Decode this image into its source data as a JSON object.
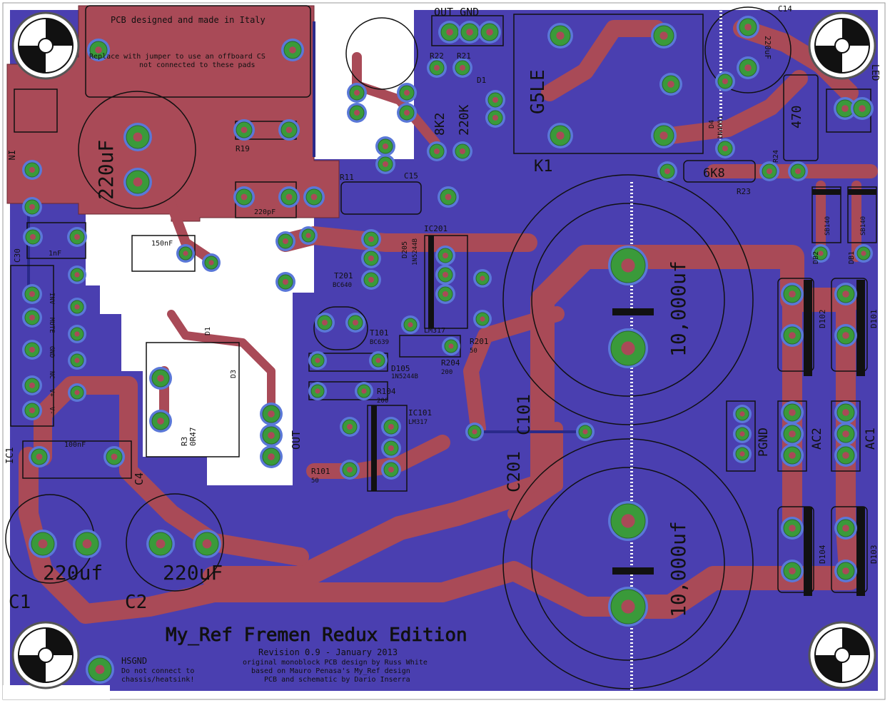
{
  "colors": {
    "bottom_pour": "#4a3fb0",
    "top_copper": "#a94a57",
    "pad_green": "#3a9a3a",
    "pad_blue": "#5a78d8",
    "silk": "#111111",
    "white": "#ffffff"
  },
  "texts": {
    "made_in_italy": "PCB designed and made in Italy",
    "jumper_note_1": "Replace with jumper to use an offboard CS",
    "jumper_note_2": "not connected to these pads",
    "in_label": "IN",
    "out_gnd": "OUT GND",
    "g5le": "G5LE",
    "k1": "K1",
    "c14": "C14",
    "c14_val": "220uF",
    "led": "LED",
    "r22": "R22",
    "r21": "R21",
    "d1": "D1",
    "r_8k2": "8K2",
    "r_220k": "220K",
    "d4": "D4",
    "d4_val": "1N4001",
    "r_470": "470",
    "r24": "R24",
    "r_6k8": "6K8",
    "r23": "R23",
    "c15": "C15",
    "r11": "R11",
    "c220_left": "220uF",
    "r19": "R19",
    "c_220pf": "220pF",
    "c30": "C30",
    "c30_val": "1nF",
    "c_150nf": "150nF",
    "ic201": "IC201",
    "ic201_val": "LM317",
    "d205": "D205",
    "d205_val": "1N5244B",
    "t201": "T201",
    "t201_val": "BC640",
    "t101": "T101",
    "t101_val": "BC639",
    "r201": "R201",
    "r201_val": "50",
    "r204": "R204",
    "r204_val": "200",
    "d105": "D105",
    "d105_val": "1N5244B",
    "r104": "R104",
    "r104_val": "200",
    "ic101": "IC101",
    "ic101_val": "LM317",
    "r101": "R101",
    "r101_val": "50",
    "c101": "C101",
    "c201": "C201",
    "cap_big_top": "10,000uf",
    "cap_big_bottom": "10,000uf",
    "pgnd": "PGND",
    "ac2": "AC2",
    "ac1": "AC1",
    "db2": "DB2",
    "db1": "DB1",
    "d102": "D102",
    "d101": "D101",
    "d104": "D104",
    "d103": "D103",
    "sb_a": "SB140",
    "sb_b": "SB140",
    "out_label": "OUT",
    "r3": "R3",
    "r3_val": "0R47",
    "d1b": "D1",
    "d3": "D3",
    "c4": "C4",
    "c_100nf": "100nF",
    "c1_val": "220uf",
    "c2_val": "220uF",
    "c1": "C1",
    "c2": "C2",
    "ic1": "IC1",
    "title": "My_Ref Fremen Redux Edition",
    "revision": "Revision 0.9 - January 2013",
    "credit1": "original monoblock PCB design by Russ White",
    "credit2": "based on Mauro Penasa's My_Ref design",
    "credit3": "PCB and schematic by Dario Inserra",
    "hsgnd": "HSGND",
    "hsgnd_note1": "Do not connect to",
    "hsgnd_note2": "chassis/heatsink!",
    "pin_inv": "INV",
    "pin_mute": "MUTE",
    "pin_gnd": "GND",
    "pin_nc": "NC",
    "pin_vcc": "V+",
    "pin_vee": "V-"
  }
}
